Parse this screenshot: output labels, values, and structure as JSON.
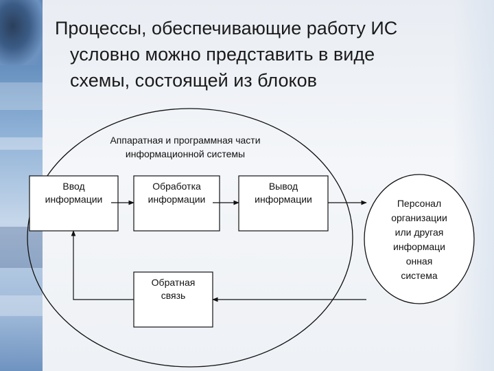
{
  "title": {
    "line1": "Процессы, обеспечивающие работу ИС",
    "line2": "условно можно представить в виде",
    "line3": "схемы, состоящей из блоков"
  },
  "diagram": {
    "ellipse_label_line1": "Аппаратная и программная части",
    "ellipse_label_line2": "информационной системы",
    "input_block": {
      "line1": "Ввод",
      "line2": "информации"
    },
    "processing_block": {
      "line1": "Обработка",
      "line2": "информации"
    },
    "output_block": {
      "line1": "Вывод",
      "line2": "информации"
    },
    "feedback_block": {
      "line1": "Обратная",
      "line2": "связь"
    },
    "personnel_block": {
      "line1": "Персонал",
      "line2": "организации",
      "line3": "или другая",
      "line4": "информаци",
      "line5": "онная",
      "line6": "система"
    }
  }
}
